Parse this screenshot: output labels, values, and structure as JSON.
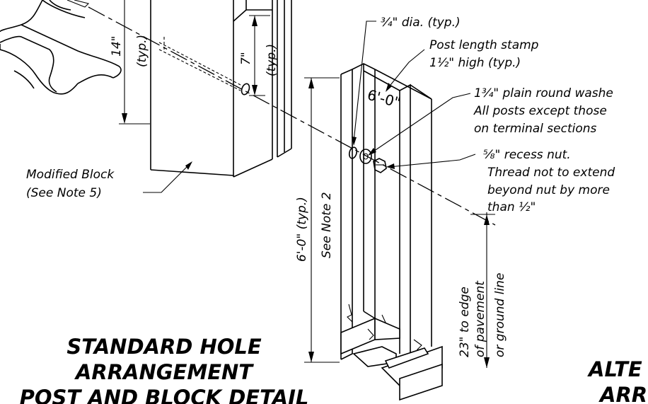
{
  "labels": {
    "hole_dia": "¾\" dia. (typ.)",
    "stamp_line1": "Post length stamp",
    "stamp_line2": "1½\" high (typ.)",
    "washer_line1": "1¾\" plain round washe",
    "washer_line2": "All posts except those",
    "washer_line3": "on terminal sections",
    "nut_line1": "⅝\" recess nut.",
    "nut_line2": "Thread not to extend",
    "nut_line3": "beyond nut by more",
    "nut_line4": "than ½\"",
    "block_line1": "Modified Block",
    "block_line2": "(See Note 5)",
    "post_stamp": "6'-0\"",
    "dim_14": "14\"",
    "dim_14_typ": "(typ.)",
    "dim_7": "7\"",
    "dim_7_typ": "(typ.)",
    "dim_post": "6'-0\" (typ.)",
    "dim_post_note": "See Note 2",
    "dim_23_line1": "23\" to edge",
    "dim_23_line2": "of pavement",
    "dim_23_line3": "or ground line"
  },
  "title": {
    "line1": "STANDARD HOLE",
    "line2": "ARRANGEMENT",
    "line3": "POST AND BLOCK DETAIL"
  },
  "alt_title": {
    "line1": "ALTE",
    "line2": "ARR"
  }
}
